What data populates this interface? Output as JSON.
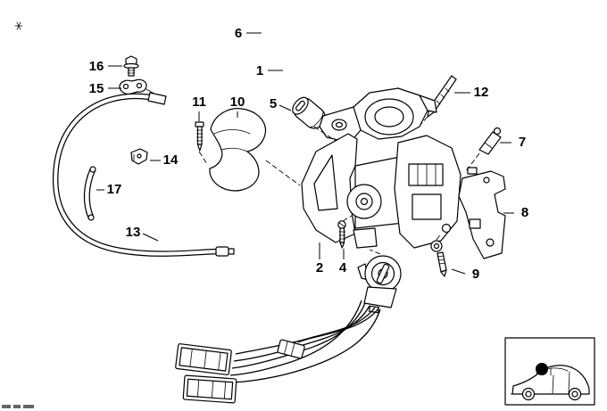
{
  "diagram": {
    "background": "#ffffff",
    "line_color": "#000000",
    "callouts": {
      "c1": "1",
      "c2": "2",
      "c4": "4",
      "c5": "5",
      "c6": "6",
      "c7": "7",
      "c8": "8",
      "c9": "9",
      "c10": "10",
      "c11": "11",
      "c12": "12",
      "c13": "13",
      "c14": "14",
      "c15": "15",
      "c16": "16",
      "c17": "17"
    },
    "thumbnail": {
      "marker_color": "#000000"
    }
  }
}
